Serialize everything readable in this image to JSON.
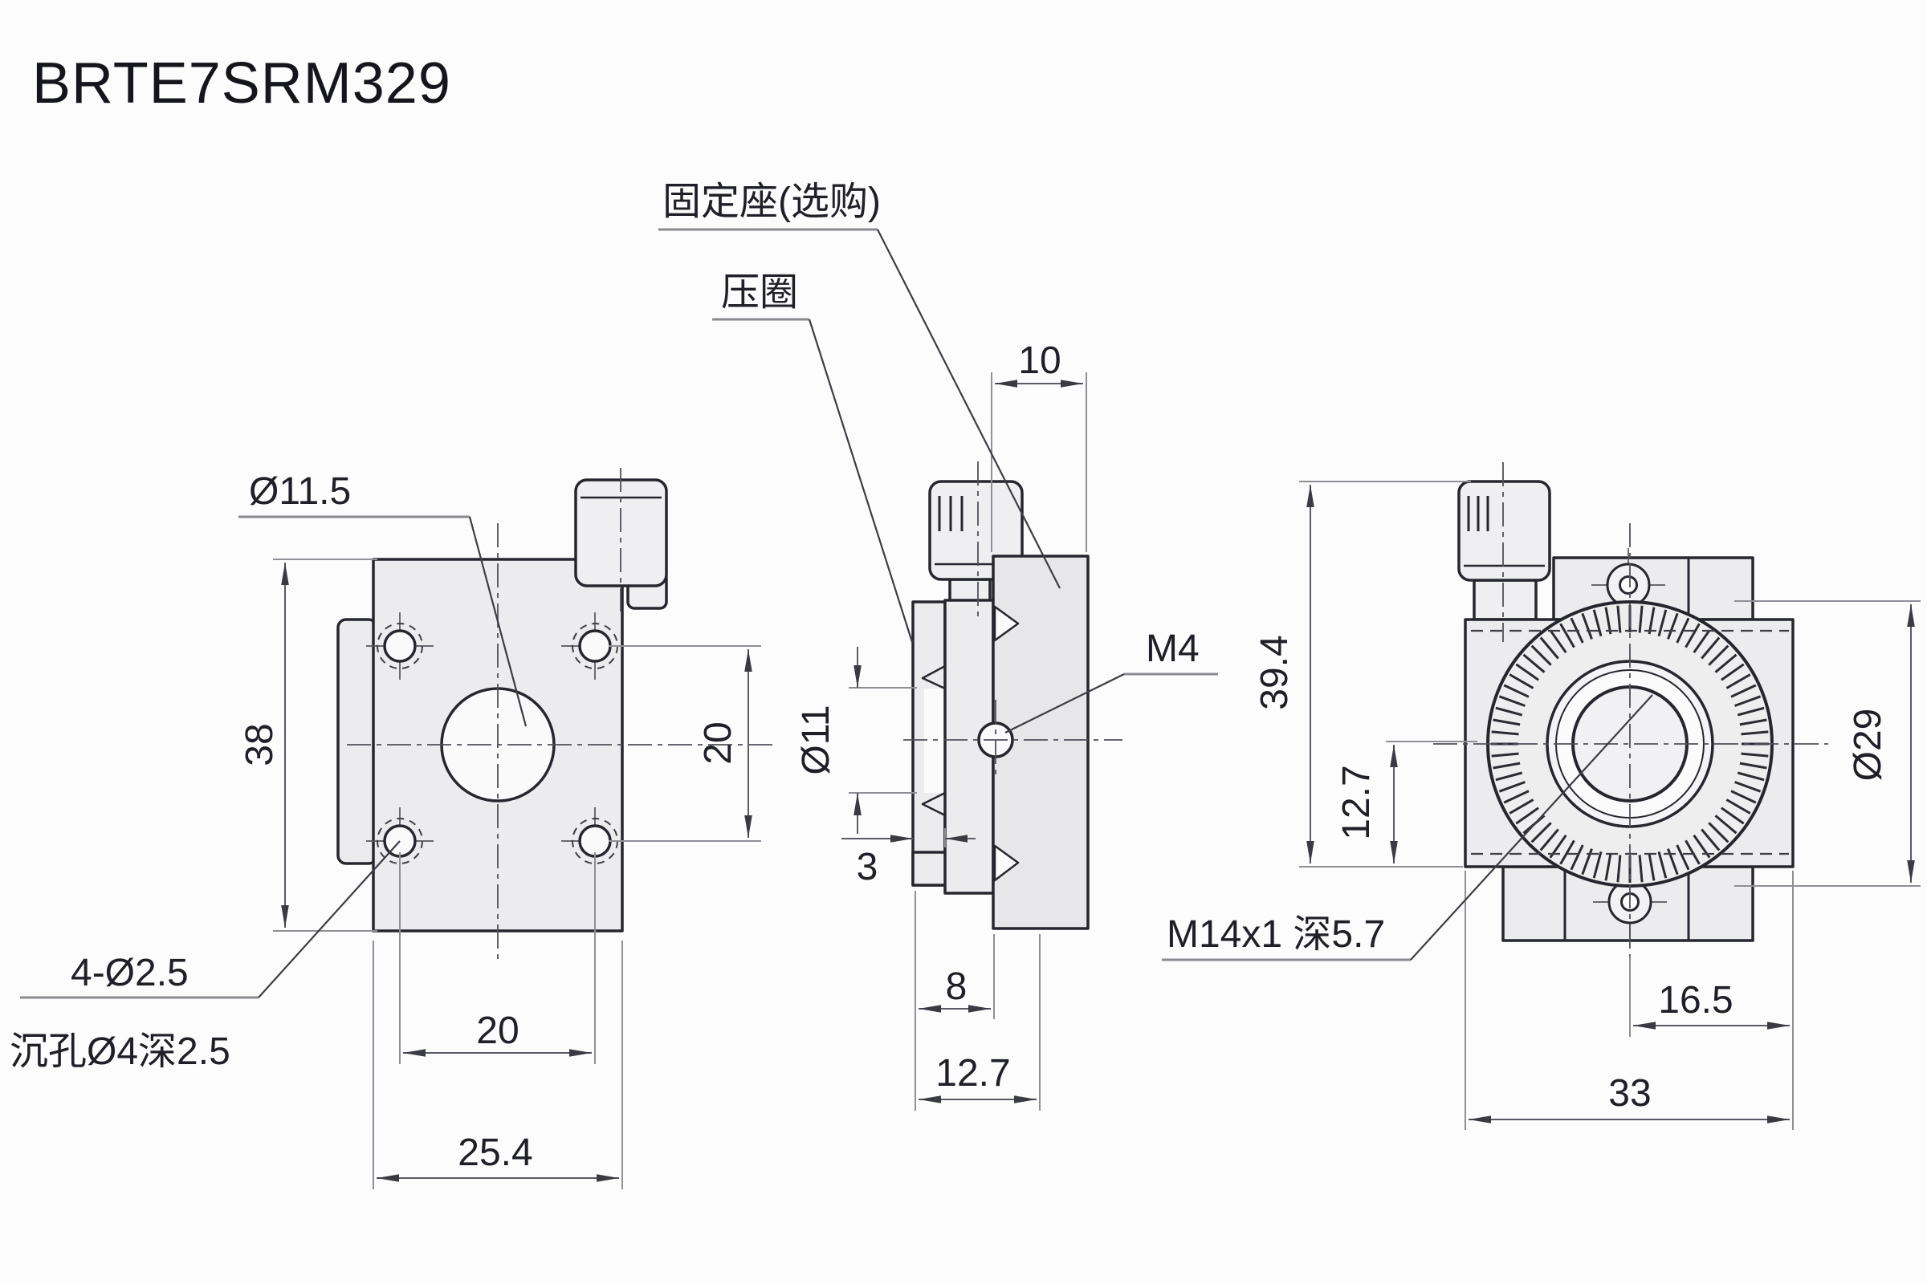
{
  "page": {
    "title": "BRTE7SRM329"
  },
  "callouts": {
    "fixing_seat": "固定座(选购)",
    "pressure_ring": "压圈",
    "center_hole": "Ø11.5",
    "corner_holes": "4-Ø2.5",
    "counterbore": "沉孔Ø4深2.5",
    "side_thread": "M4",
    "mount_thread": "M14x1 深5.7"
  },
  "dimensions": {
    "front": {
      "height": "38",
      "hole_pitch_v": "20",
      "hole_pitch_h": "20",
      "width": "25.4"
    },
    "side": {
      "seat_width": "10",
      "bore": "Ø11",
      "plate": "3",
      "body": "8",
      "depth": "12.7"
    },
    "rear": {
      "height": "39.4",
      "center_to_bottom": "12.7",
      "dial": "Ø29",
      "center_to_edge": "16.5",
      "width": "33"
    }
  },
  "colors": {
    "outline": "#26262e",
    "body_fill": "#ececee",
    "dim_line": "#5a5a64",
    "background": "#fcfcfc"
  }
}
